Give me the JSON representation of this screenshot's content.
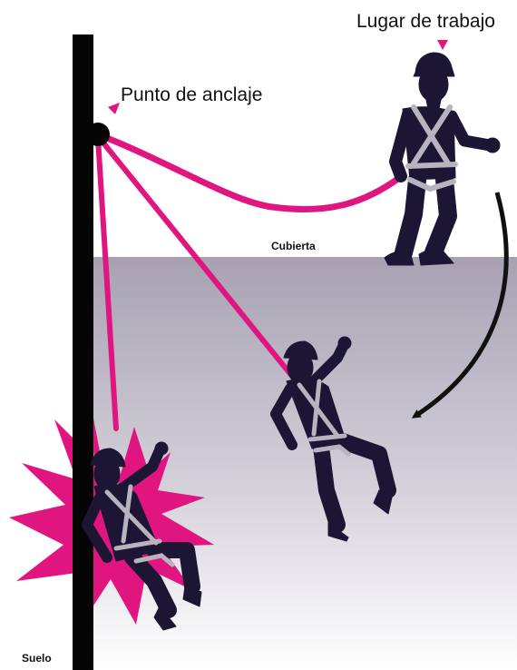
{
  "labels": {
    "workplace": "Lugar de trabajo",
    "anchor_point": "Punto de anclaje",
    "roof": "Cubierta",
    "ground": "Suelo"
  },
  "colors": {
    "rope": "#e0157f",
    "silhouette": "#1c1534",
    "harness": "#b9b3bf",
    "post": "#050505",
    "roof_gradient_top": "#a7a1b2",
    "roof_gradient_bottom": "#ffffff",
    "impact_burst": "#e0157f",
    "fall_arrow": "#111111"
  },
  "icons": {
    "workplace_marker": "triangle-down-icon",
    "anchor_marker": "triangle-down-icon",
    "fall_arrow": "curved-arrow-icon",
    "impact": "starburst-icon"
  }
}
